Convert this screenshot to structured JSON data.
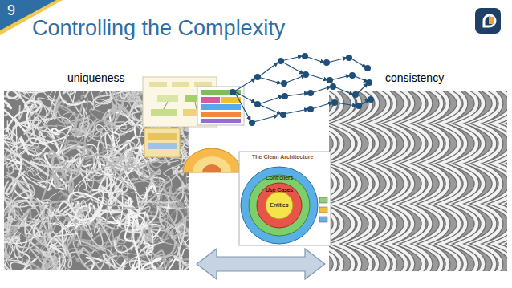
{
  "diagram": {
    "title": "Controlling the Complexity",
    "labels": [
      "9",
      "uniqueness",
      "consistency",
      "The Clean Architecture",
      "Controllers",
      "Use Cases",
      "Entities"
    ]
  }
}
